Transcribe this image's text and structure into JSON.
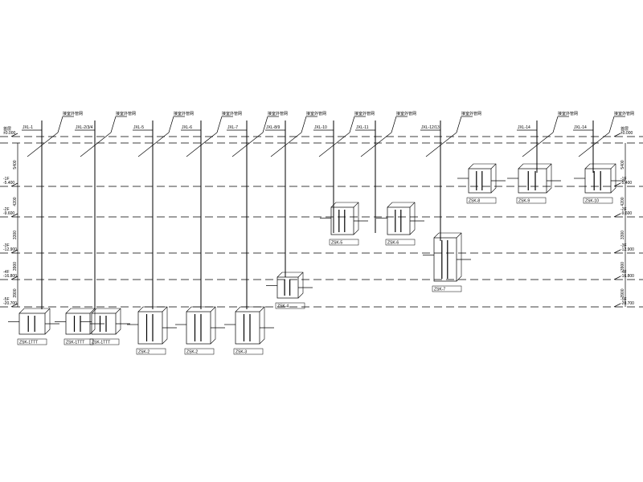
{
  "floors": [
    {
      "label": "首层",
      "level": "±0.000"
    },
    {
      "label": "-1F",
      "level": "-5.400"
    },
    {
      "label": "-2F",
      "level": "-9.600"
    },
    {
      "label": "-3F",
      "level": "-12.900"
    },
    {
      "label": "-4F",
      "level": "-16.800"
    },
    {
      "label": "-5F",
      "level": "-20.700"
    }
  ],
  "dimensions_left": [
    "5400",
    "4200",
    "3300",
    "3900",
    "3900"
  ],
  "dimensions_right": [
    "5400",
    "4200",
    "3300",
    "3900",
    "3900"
  ],
  "risers": [
    {
      "tag": "JXL-1",
      "note": "接室外管网"
    },
    {
      "tag": "JXL-2/3/4",
      "note": "接室外管网"
    },
    {
      "tag": "JXL-5",
      "note": "接室外管网"
    },
    {
      "tag": "JXL-6",
      "note": "接室外管网"
    },
    {
      "tag": "JXL-7",
      "note": "接室外管网"
    },
    {
      "tag": "JXL-8/9",
      "note": "接室外管网"
    },
    {
      "tag": "JXL-10",
      "note": "接室外管网"
    },
    {
      "tag": "JXL-11",
      "note": "接室外管网"
    },
    {
      "tag": "JXL-12/13",
      "note": "接室外管网"
    },
    {
      "tag": "JXL-14",
      "note": "接室外管网"
    }
  ],
  "tanks": [
    "ZSK-1TTT",
    "ZSK-1TTT",
    "ZSK-1TTT",
    "ZSK-2",
    "ZSK-2",
    "ZSK-3",
    "ZSK-4",
    "ZSK-5",
    "ZSK-6",
    "ZSK-7",
    "ZSK-8",
    "ZSK-9",
    "ZSK-10"
  ]
}
